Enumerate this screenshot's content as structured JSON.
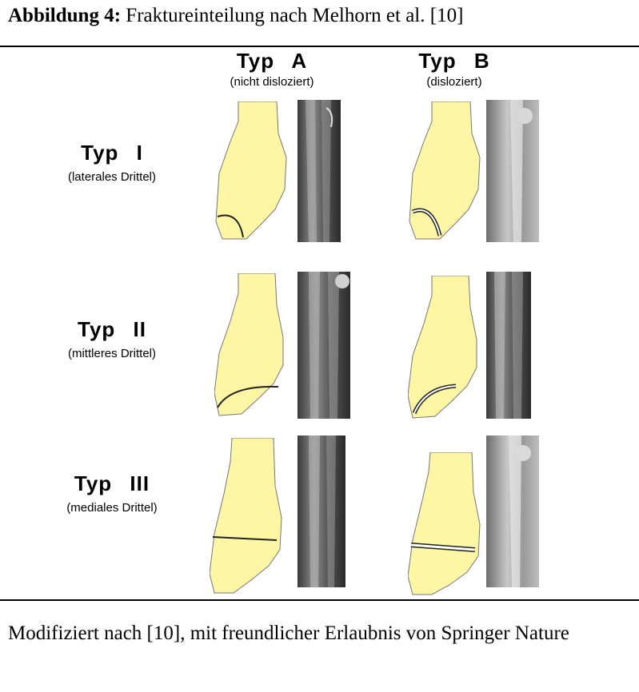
{
  "caption": {
    "label": "Abbildung 4:",
    "text": " Frakture­inteilung nach Melhorn et al. [10]"
  },
  "columns": [
    {
      "title": "Typ A",
      "subtitle": "(nicht disloziert)"
    },
    {
      "title": "Typ B",
      "subtitle": "(disloziert)"
    }
  ],
  "rows": [
    {
      "title": "Typ I",
      "subtitle": "(laterales Drittel)"
    },
    {
      "title": "Typ II",
      "subtitle": "(mittleres Drittel)"
    },
    {
      "title": "Typ III",
      "subtitle": "(mediales Drittel)"
    }
  ],
  "footer": {
    "text": "Modifiziert nach [10], mit freundlicher Erlaubnis von Springer Nature"
  },
  "colors": {
    "bone_fill": "#fdf6a5",
    "bone_outline": "#333333",
    "xray_dark": "#2a2a2a",
    "xray_light": "#cfcfcf"
  }
}
